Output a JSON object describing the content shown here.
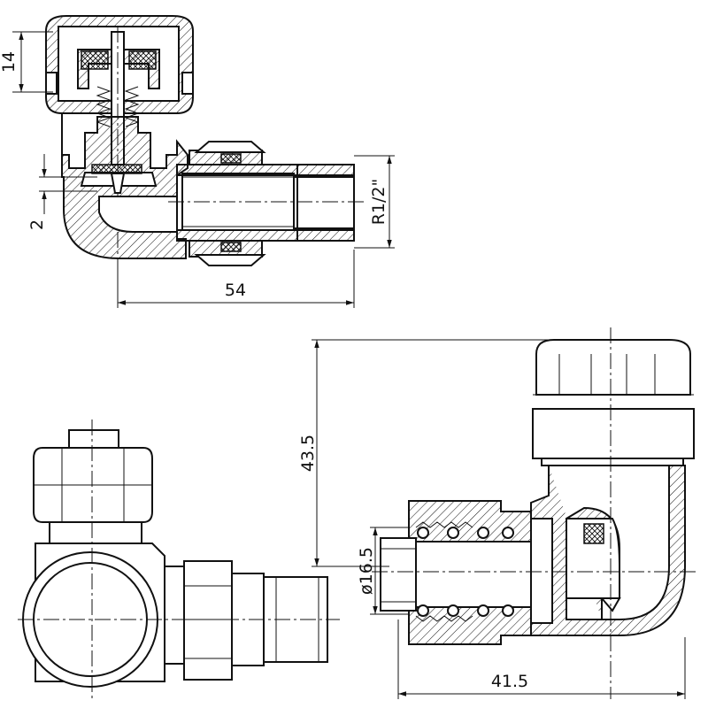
{
  "drawing": {
    "dimensions": {
      "top_height": "14",
      "top_gap": "2",
      "top_length": "54",
      "top_thread": "R1/2\"",
      "bottom_height": "43.5",
      "bottom_diameter": "ø16.5",
      "bottom_length": "41.5"
    }
  }
}
